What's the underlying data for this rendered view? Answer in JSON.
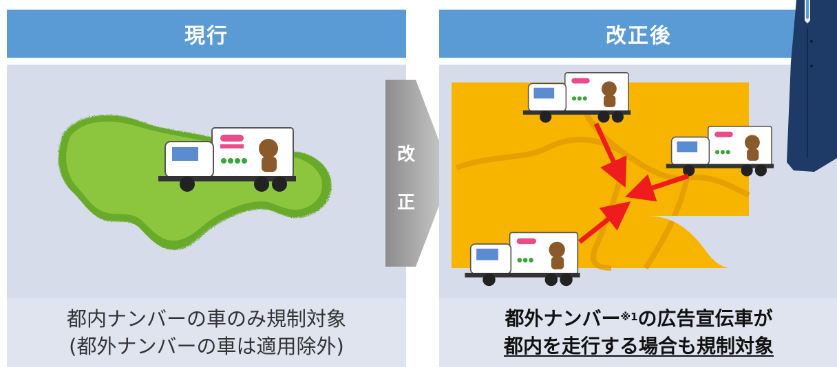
{
  "left_panel": {
    "title": "現行",
    "caption_line1": "都内ナンバーの車のみ規制対象",
    "caption_line2": "(都外ナンバーの車は適用除外)"
  },
  "arrow": {
    "char1": "改",
    "char2": "正"
  },
  "right_panel": {
    "title": "改正後",
    "caption_part1": "都外ナンバー",
    "caption_note": "※1",
    "caption_part2": "の広告宣伝車が",
    "caption_line2": "都内を走行する場合も規制対象"
  },
  "colors": {
    "header": "#5b9bd5",
    "map_green": "#7fbf3a",
    "map_orange": "#f5b800",
    "arrow_red": "#ee1c1c"
  }
}
